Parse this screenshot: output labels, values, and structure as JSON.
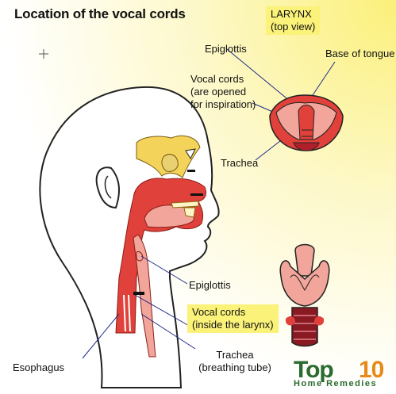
{
  "title": "Location of the vocal cords",
  "larynx_view": {
    "heading_line1": "LARYNX",
    "heading_line2": "(top view)"
  },
  "labels": {
    "epiglottis_top": "Epiglottis",
    "base_of_tongue": "Base of tongue",
    "vocal_cords_open_line1": "Vocal cords",
    "vocal_cords_open_line2": "(are opened",
    "vocal_cords_open_line3": "for inspiration)",
    "trachea_top": "Trachea",
    "epiglottis_side": "Epiglottis",
    "vocal_cords_inside_line1": "Vocal cords",
    "vocal_cords_inside_line2": "(inside the larynx)",
    "trachea_bottom_line1": "Trachea",
    "trachea_bottom_line2": "(breathing tube)",
    "esophagus": "Esophagus"
  },
  "logo": {
    "top": "Top",
    "ten": "10",
    "sub": "Home Remedies"
  },
  "colors": {
    "highlight": "#fbf27a",
    "tissue_red": "#e0413a",
    "tissue_pink": "#f2a59a",
    "bone_yellow": "#f3d35a",
    "logo_green": "#2a6b2e",
    "logo_orange": "#e88a1a"
  }
}
